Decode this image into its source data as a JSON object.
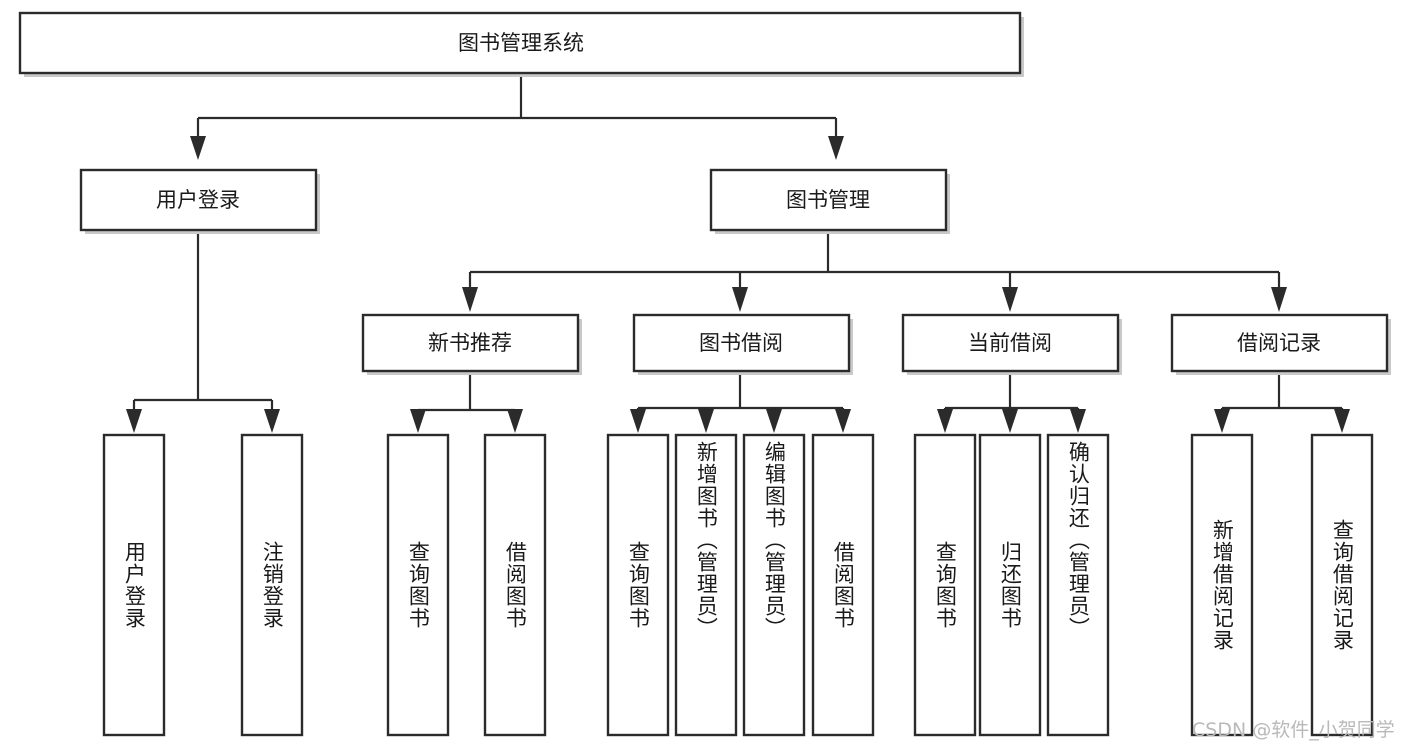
{
  "diagram": {
    "type": "tree-hierarchy-chart",
    "title": "图书管理系统",
    "root": {
      "id": "root",
      "label": "图书管理系统",
      "level": 0
    },
    "level1": [
      {
        "id": "user-login",
        "label": "用户登录",
        "level": 1
      },
      {
        "id": "book-management",
        "label": "图书管理",
        "level": 1
      }
    ],
    "level2": [
      {
        "id": "new-book-recommend",
        "label": "新书推荐",
        "level": 2,
        "parent": "book-management"
      },
      {
        "id": "book-borrow",
        "label": "图书借阅",
        "level": 2,
        "parent": "book-management"
      },
      {
        "id": "current-borrow",
        "label": "当前借阅",
        "level": 2,
        "parent": "book-management"
      },
      {
        "id": "borrow-record",
        "label": "借阅记录",
        "level": 2,
        "parent": "book-management"
      }
    ],
    "leaves": [
      {
        "id": "leaf-user-login",
        "label": "用户登录",
        "parent": "user-login"
      },
      {
        "id": "leaf-logout-login",
        "label": "注销登录",
        "parent": "user-login"
      },
      {
        "id": "leaf-query-book-1",
        "label": "查询图书",
        "parent": "new-book-recommend"
      },
      {
        "id": "leaf-borrow-book-1",
        "label": "借阅图书",
        "parent": "new-book-recommend"
      },
      {
        "id": "leaf-query-book-2",
        "label": "查询图书",
        "parent": "book-borrow"
      },
      {
        "id": "leaf-add-book",
        "label": "新增图书（管理员）",
        "parent": "book-borrow"
      },
      {
        "id": "leaf-edit-book",
        "label": "编辑图书（管理员）",
        "parent": "book-borrow"
      },
      {
        "id": "leaf-borrow-book-2",
        "label": "借阅图书",
        "parent": "book-borrow"
      },
      {
        "id": "leaf-query-book-3",
        "label": "查询图书",
        "parent": "current-borrow"
      },
      {
        "id": "leaf-return-book",
        "label": "归还图书",
        "parent": "current-borrow"
      },
      {
        "id": "leaf-confirm-return",
        "label": "确认归还（管理员）",
        "parent": "current-borrow"
      },
      {
        "id": "leaf-add-record",
        "label": "新增借阅记录",
        "parent": "borrow-record"
      },
      {
        "id": "leaf-query-record",
        "label": "查询借阅记录",
        "parent": "borrow-record"
      }
    ],
    "colors": {
      "box_fill": "#ffffff",
      "box_stroke": "#2b2b2b",
      "text": "#1a1a1a",
      "background": "#ffffff",
      "watermark": "#b9b9b9"
    }
  },
  "watermark": {
    "text": "CSDN @软件_小贺同学"
  }
}
